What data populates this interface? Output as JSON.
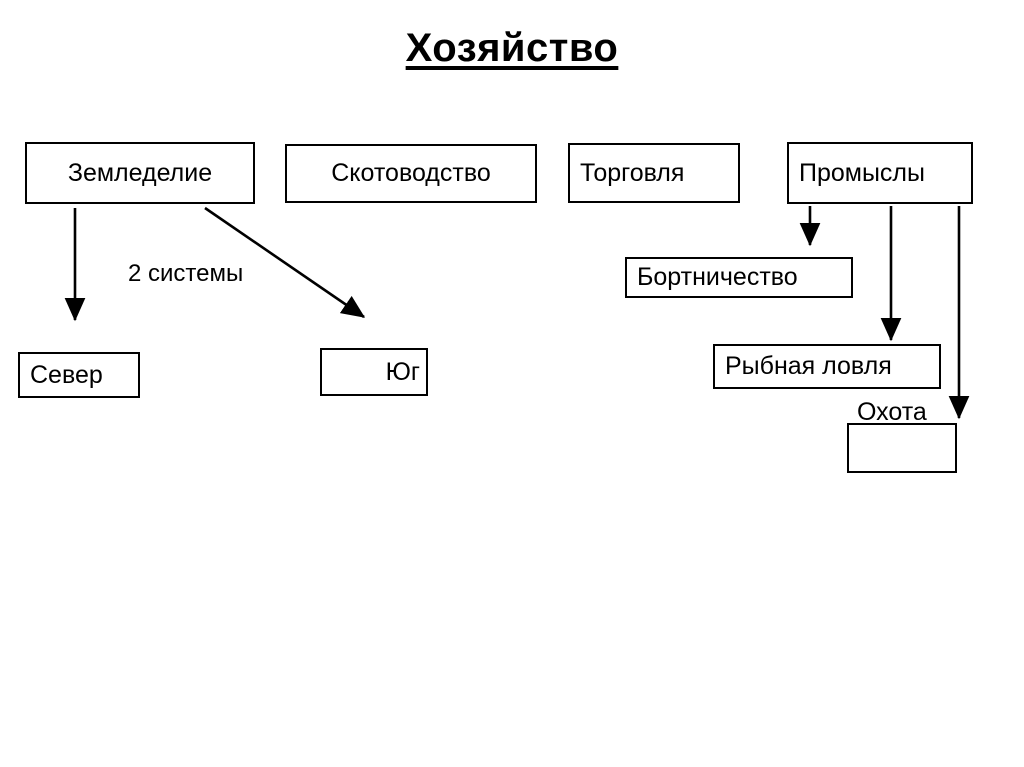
{
  "slide": {
    "title": "Хозяйство",
    "background_color": "#ffffff",
    "line_color": "#000000",
    "text_color": "#000000"
  },
  "nodes": {
    "zemledelie": {
      "label": "Земледелие"
    },
    "skotovodstvo": {
      "label": "Скотоводство"
    },
    "torgovlya": {
      "label": "Торговля"
    },
    "promysly": {
      "label": "Промыслы"
    },
    "sever": {
      "label": "Север"
    },
    "yug": {
      "label": "Юг"
    },
    "bortnichestvo": {
      "label": "Бортничество"
    },
    "rybnaya_lovlya": {
      "label": "Рыбная ловля"
    },
    "ohota": {
      "label": "Охота"
    },
    "empty_box": {
      "label": ""
    }
  },
  "labels": {
    "dve_sistemy": "2 системы"
  },
  "edges": [
    {
      "name": "zemledelie-to-sever",
      "from": "zemledelie",
      "to": "sever",
      "style": "vertical-arrow"
    },
    {
      "name": "zemledelie-to-yug",
      "from": "zemledelie",
      "to": "yug",
      "style": "diagonal-arrow"
    },
    {
      "name": "promysly-to-bortnichestvo",
      "from": "promysly",
      "to": "bortnichestvo",
      "style": "vertical-arrow"
    },
    {
      "name": "promysly-to-rybnaya-lovlya",
      "from": "promysly",
      "to": "rybnaya_lovlya",
      "style": "vertical-arrow"
    },
    {
      "name": "promysly-to-ohota",
      "from": "promysly",
      "to": "ohota",
      "style": "vertical-arrow"
    }
  ]
}
